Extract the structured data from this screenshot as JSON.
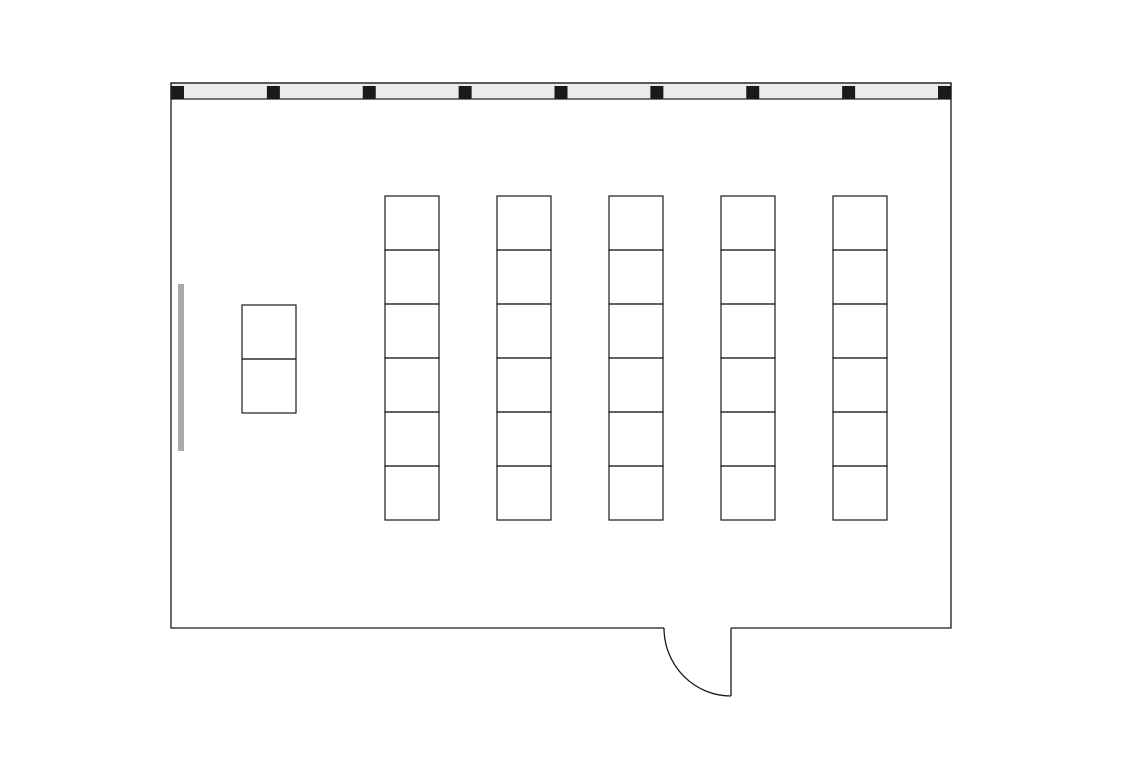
{
  "floor_plan": {
    "student_desks": {
      "columns": 5,
      "rows": 6
    },
    "teacher_desk": {
      "columns": 1,
      "rows": 2
    },
    "window_pillars": 9,
    "elements": [
      "wall",
      "window-strip",
      "window-pillar",
      "whiteboard",
      "teacher-desk",
      "student-desk",
      "door"
    ]
  },
  "colors": {
    "wall": "#1a1a1a",
    "window_strip": "#ebebeb",
    "pillar": "#1a1a1a",
    "whiteboard": "#aaaaaa",
    "desk_stroke": "#1a1a1a",
    "background": "#ffffff"
  }
}
